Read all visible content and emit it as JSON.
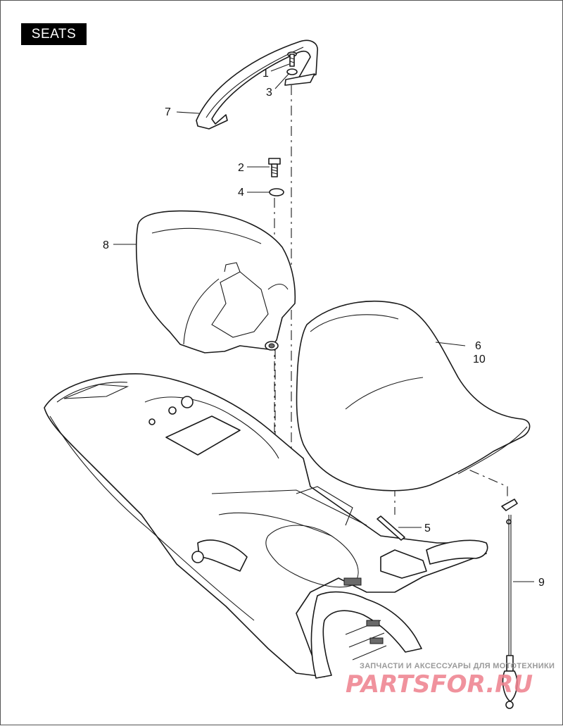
{
  "section_title": "SEATS",
  "callouts": {
    "c1": "1",
    "c2": "2",
    "c3": "3",
    "c4": "4",
    "c5": "5",
    "c6": "6",
    "c7": "7",
    "c8": "8",
    "c9": "9",
    "c10": "10"
  },
  "watermark": {
    "tagline": "ЗАПЧАСТИ И АКСЕССУАРЫ ДЛЯ МОТОТЕХНИКИ",
    "brand": "PARTSFOR.RU"
  }
}
